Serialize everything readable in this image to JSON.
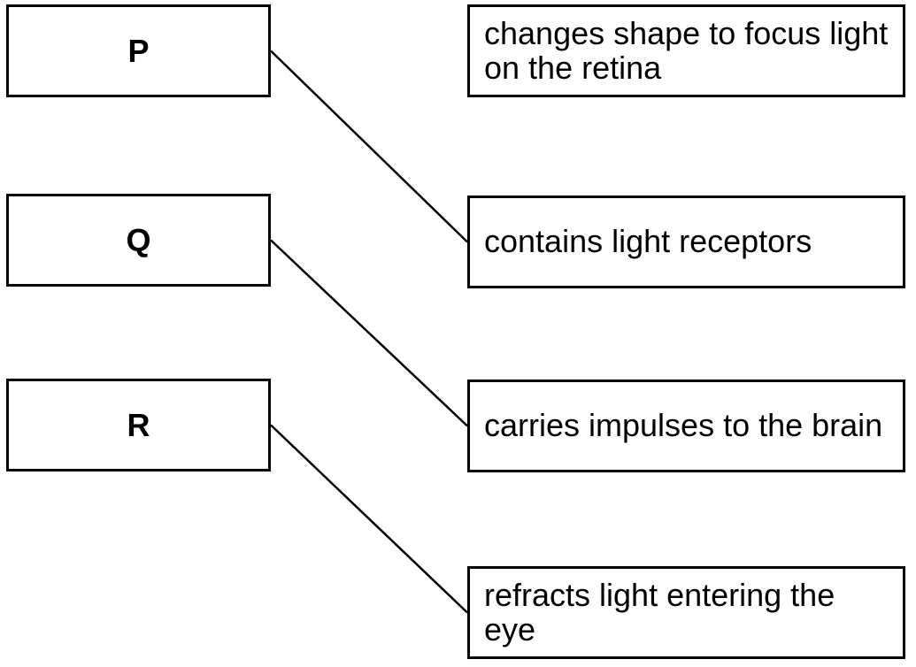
{
  "diagram": {
    "description": "matching exercise linking eye structures P, Q, R to their functions",
    "colors": {
      "background": "#ffffff",
      "box_border": "#000000",
      "text": "#000000",
      "connector_line": "#000000"
    },
    "left_boxes": [
      {
        "id": "P",
        "label": "P"
      },
      {
        "id": "Q",
        "label": "Q"
      },
      {
        "id": "R",
        "label": "R"
      }
    ],
    "right_boxes": [
      {
        "id": "changes-shape",
        "label": "changes shape to focus light\non the retina"
      },
      {
        "id": "contains-receptors",
        "label": "contains light receptors"
      },
      {
        "id": "carries-impulses",
        "label": "carries impulses to the brain"
      },
      {
        "id": "refracts-light",
        "label": "refracts light entering the eye"
      }
    ],
    "connections": [
      {
        "from": "P",
        "to": "contains-receptors"
      },
      {
        "from": "Q",
        "to": "carries-impulses"
      },
      {
        "from": "R",
        "to": "refracts-light"
      }
    ]
  }
}
